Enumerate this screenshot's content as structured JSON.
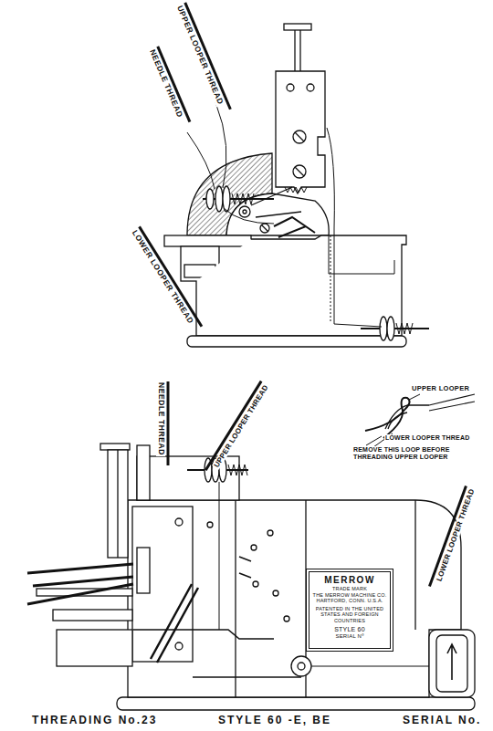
{
  "diagram": {
    "nodes": [
      {
        "text": [
          "MERROW",
          "TRADE MARK",
          "THE MERROW MACHINE CO.",
          "HARTFORD, CONN. U.S.A.",
          "PATENTED IN THE UNITED STATES AND FOREIGN COUNTRIES",
          "STYLE 60",
          "SERIAL Nº"
        ]
      }
    ],
    "labels": [
      "UPPER LOOPER THREAD",
      "NEEDLE THREAD",
      "LOWER LOOPER THREAD",
      "NEEDLE THREAD",
      "UPPER LOOPER THREAD",
      "UPPER LOOPER",
      "LOWER LOOPER THREAD",
      "REMOVE THIS LOOP BEFORE THREADING UPPER LOOPER",
      "LOWER LOOPER THREAD",
      "THREADING No.23",
      "STYLE 60 -E, BE",
      "SERIAL No."
    ]
  }
}
